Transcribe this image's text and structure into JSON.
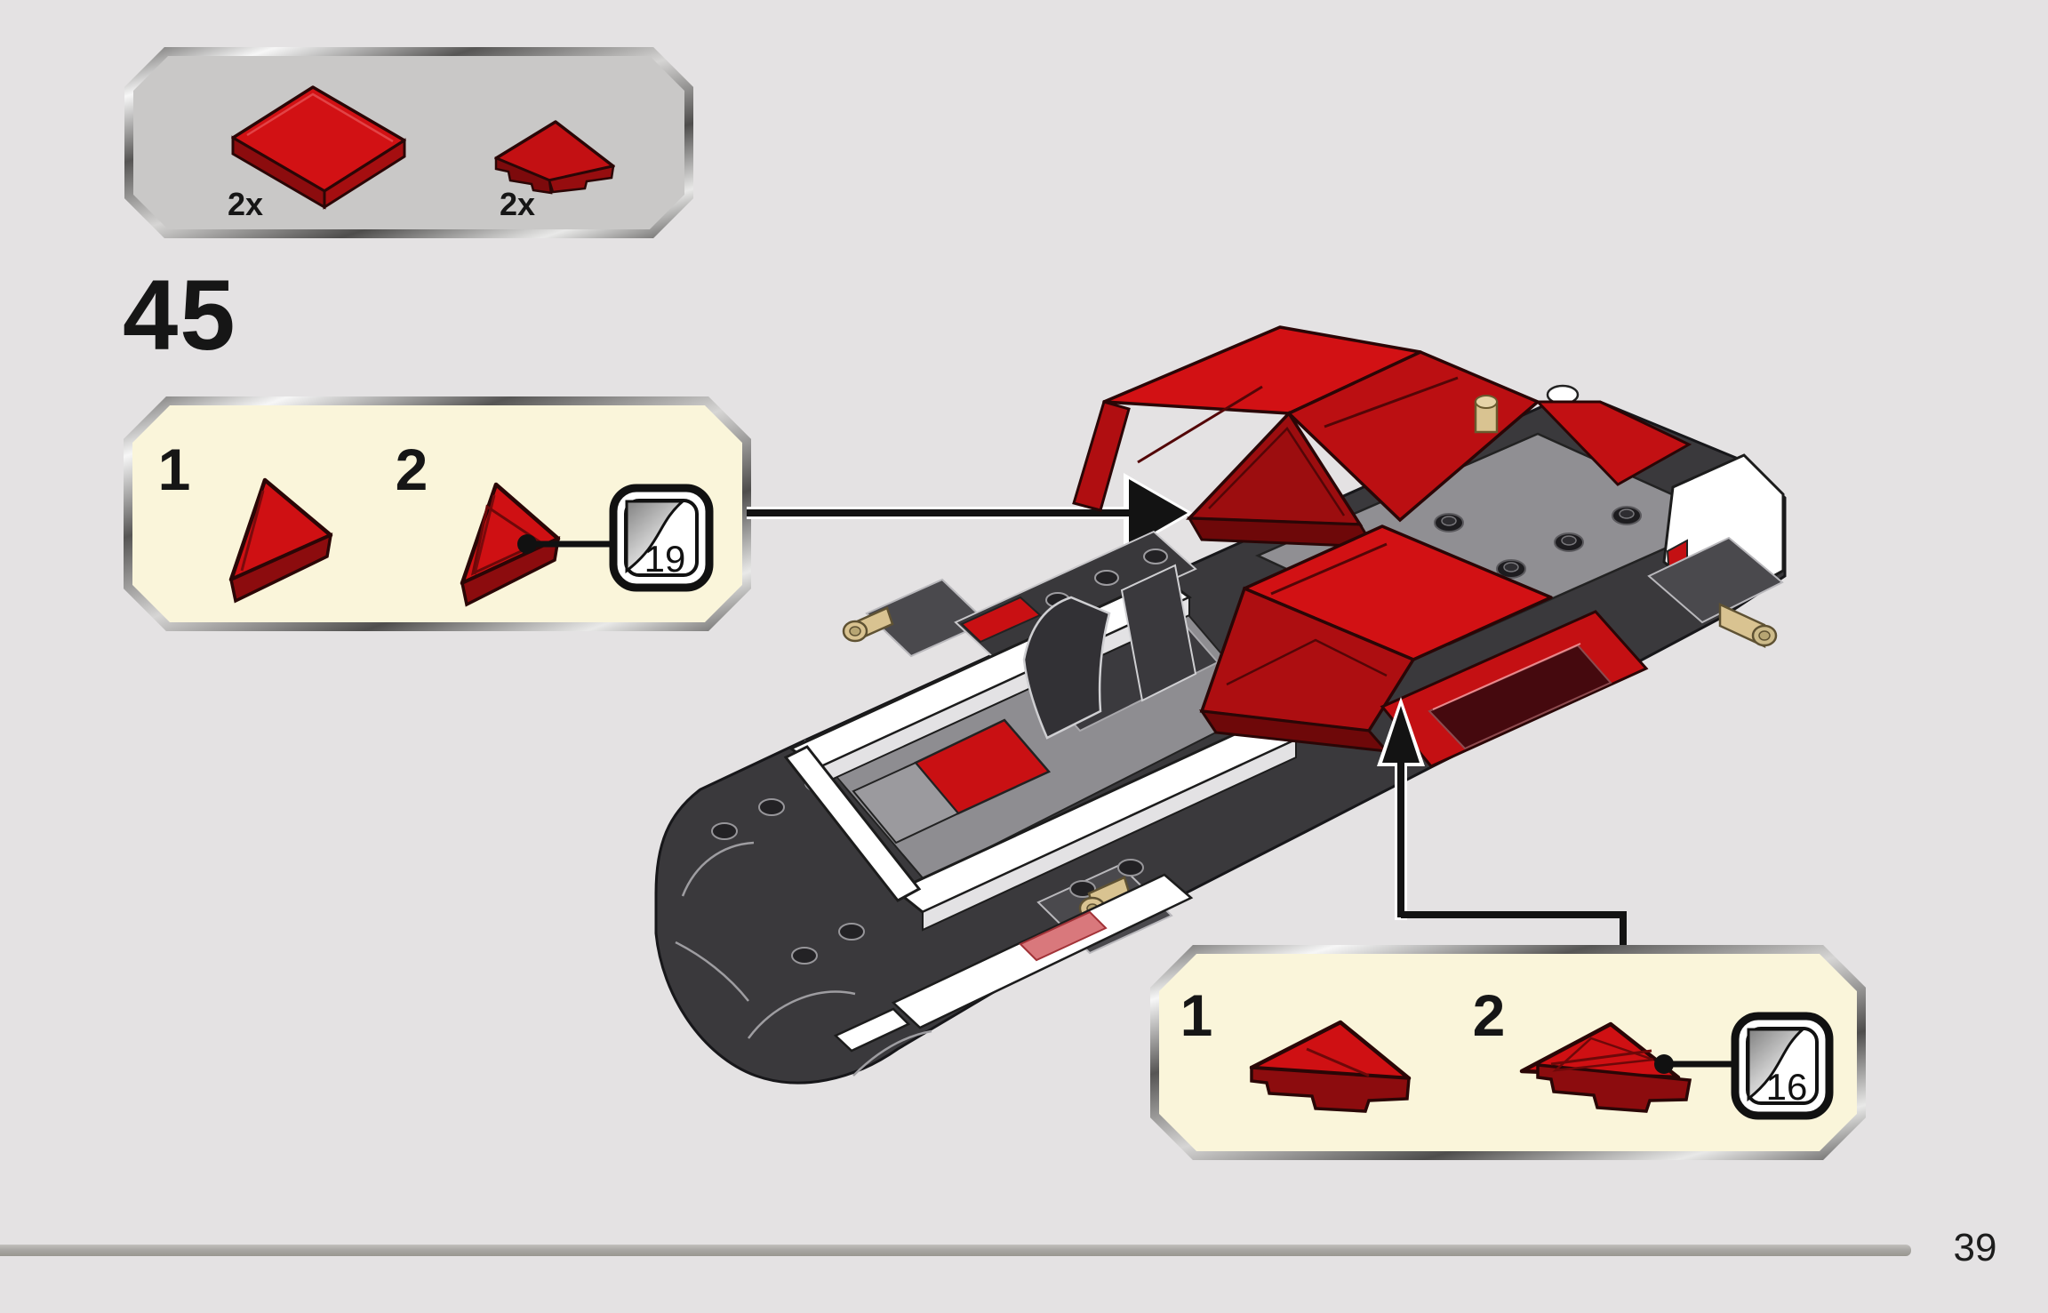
{
  "page": {
    "step_number": "45",
    "page_number": "39"
  },
  "parts_box": {
    "items": [
      {
        "part": "red-tile-1x2",
        "count": "2x"
      },
      {
        "part": "red-wedge-plate-2x2",
        "count": "2x"
      }
    ]
  },
  "callout_top": {
    "step1_label": "1",
    "step2_label": "2",
    "page_ref": "19"
  },
  "callout_bottom": {
    "step1_label": "1",
    "step2_label": "2",
    "page_ref": "16"
  },
  "colors": {
    "accent_red": "#d21114",
    "callout_cream": "#faf5da",
    "parts_box_gray": "#c9c8c7",
    "chassis_dark": "#3a393c",
    "footer_bar": "#a9a7a4"
  }
}
